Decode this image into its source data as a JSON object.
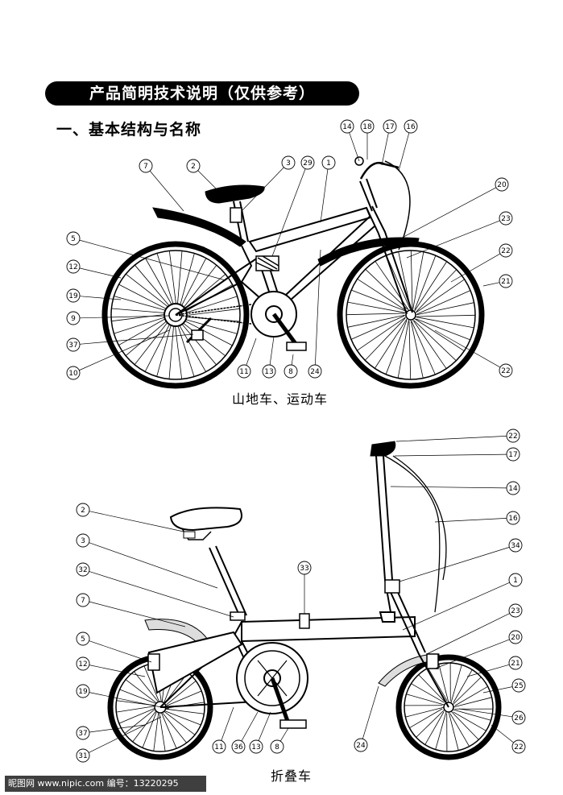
{
  "title": "产品简明技术说明（仅供参考）",
  "section_heading": "一、基本结构与名称",
  "diagrams": [
    {
      "caption": "山地车、运动车",
      "part_labels": [
        "14",
        "18",
        "17",
        "16",
        "7",
        "2",
        "3",
        "29",
        "1",
        "20",
        "5",
        "23",
        "22",
        "12",
        "21",
        "19",
        "9",
        "37",
        "10",
        "11",
        "13",
        "8",
        "24",
        "22"
      ]
    },
    {
      "caption": "折叠车",
      "part_labels": [
        "22",
        "17",
        "14",
        "16",
        "2",
        "34",
        "3",
        "33",
        "32",
        "1",
        "7",
        "23",
        "20",
        "5",
        "12",
        "21",
        "19",
        "25",
        "26",
        "37",
        "22",
        "31",
        "11",
        "36",
        "13",
        "8",
        "24"
      ]
    }
  ],
  "watermark": "昵图网 www.nipic.com  编号：13220295"
}
